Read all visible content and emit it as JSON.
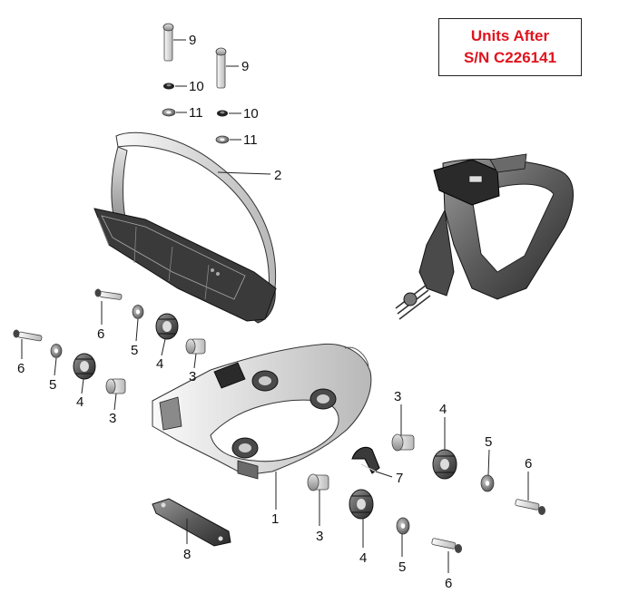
{
  "notice": {
    "line1": "Units After",
    "line2": "S/N  C226141",
    "color": "#e0141e"
  },
  "callouts": [
    {
      "id": "c9a",
      "text": "9"
    },
    {
      "id": "c9b",
      "text": "9"
    },
    {
      "id": "c10a",
      "text": "10"
    },
    {
      "id": "c11a",
      "text": "11"
    },
    {
      "id": "c10b",
      "text": "10"
    },
    {
      "id": "c11b",
      "text": "11"
    },
    {
      "id": "c2",
      "text": "2"
    },
    {
      "id": "c6a",
      "text": "6"
    },
    {
      "id": "c5a",
      "text": "5"
    },
    {
      "id": "c4a",
      "text": "4"
    },
    {
      "id": "c3a",
      "text": "3"
    },
    {
      "id": "c6b",
      "text": "6"
    },
    {
      "id": "c5b",
      "text": "5"
    },
    {
      "id": "c4b",
      "text": "4"
    },
    {
      "id": "c3b",
      "text": "3"
    },
    {
      "id": "c3c",
      "text": "3"
    },
    {
      "id": "c4c",
      "text": "4"
    },
    {
      "id": "c5c",
      "text": "5"
    },
    {
      "id": "c6c",
      "text": "6"
    },
    {
      "id": "c7",
      "text": "7"
    },
    {
      "id": "c1",
      "text": "1"
    },
    {
      "id": "c3d",
      "text": "3"
    },
    {
      "id": "c4d",
      "text": "4"
    },
    {
      "id": "c5d",
      "text": "5"
    },
    {
      "id": "c6d",
      "text": "6"
    },
    {
      "id": "c8",
      "text": "8"
    }
  ]
}
